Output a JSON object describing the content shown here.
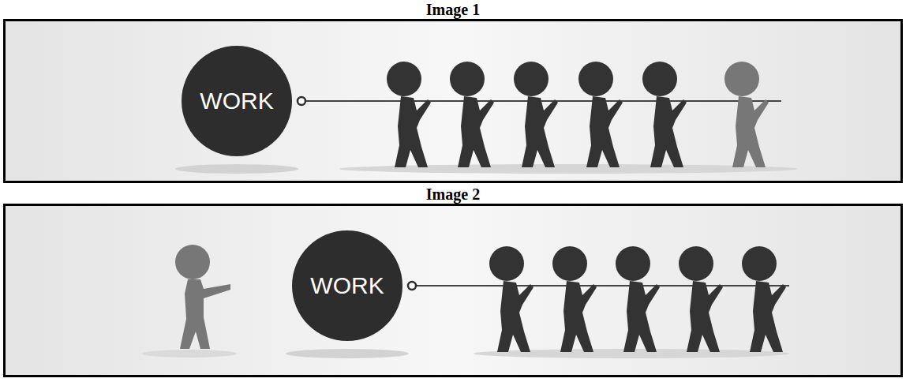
{
  "diagram": {
    "nodes": [
      {
        "text": [
          "Image 1"
        ]
      },
      {
        "text": [
          "WORK"
        ],
        "in": 0
      },
      {
        "text": [
          "Image 2"
        ]
      },
      {
        "text": [
          "WORK"
        ],
        "in": 2
      }
    ]
  }
}
